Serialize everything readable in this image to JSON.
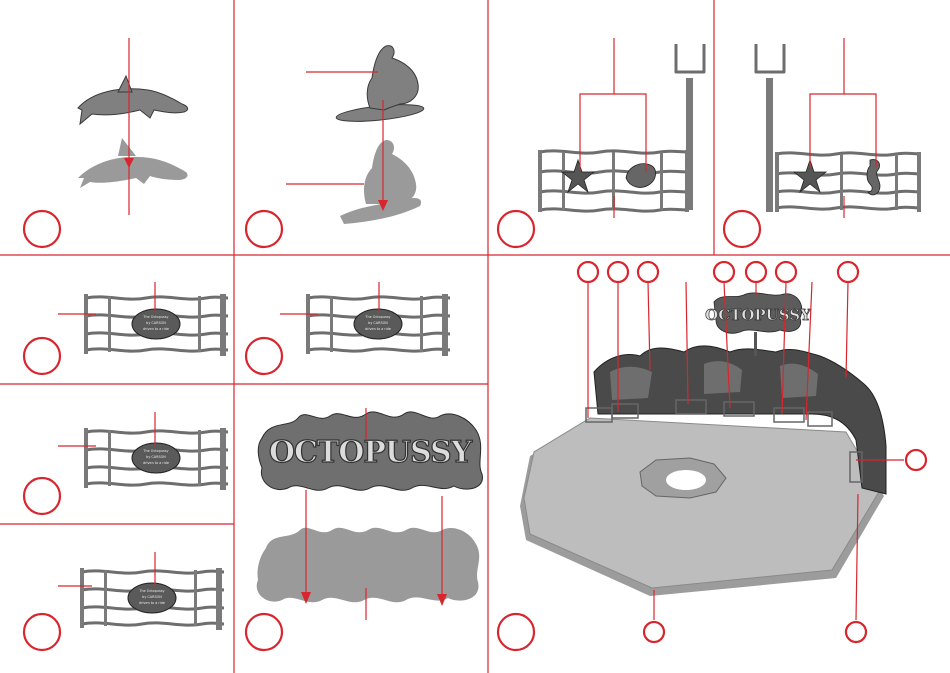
{
  "colors": {
    "accent": "#d8262e",
    "part": "#808080",
    "silhouette": "#9a9a9a",
    "background": "#ffffff"
  },
  "sign": {
    "text": "OCTOPUSSY"
  },
  "shield_plaque": {
    "lines": [
      "The Octopussy",
      "by CARSON",
      "driven to a ride"
    ]
  }
}
